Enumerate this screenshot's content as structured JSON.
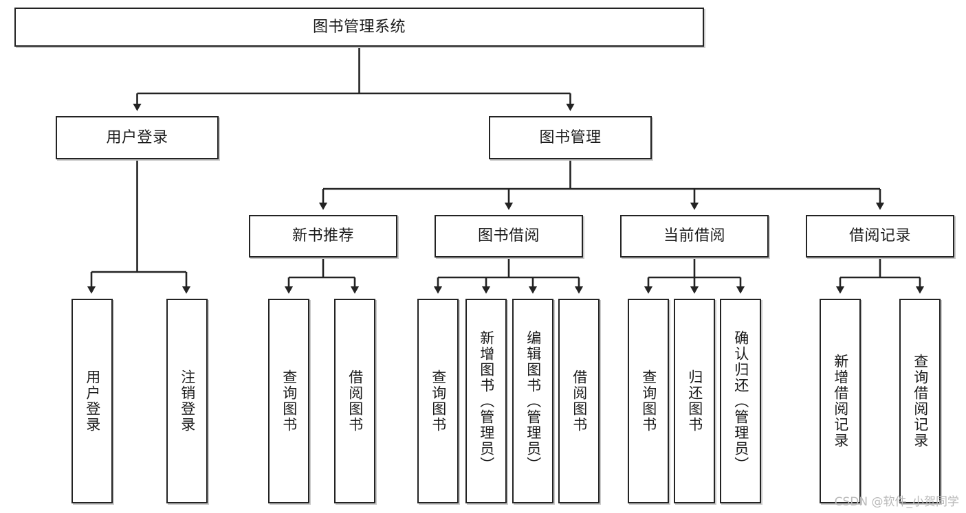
{
  "diagram": {
    "type": "tree",
    "title": "图书管理系统",
    "orientation": "top-down",
    "colors": {
      "box_border": "#232323",
      "box_fill": "#ffffff",
      "connector": "#232323",
      "text": "#1b1b1b",
      "watermark": "#b9b9b9",
      "background": "#ffffff"
    },
    "root": {
      "label": "图书管理系统",
      "orientation": "horizontal"
    },
    "level1": [
      {
        "label": "用户登录",
        "orientation": "horizontal"
      },
      {
        "label": "图书管理",
        "orientation": "horizontal"
      }
    ],
    "level2": [
      {
        "label": "新书推荐",
        "orientation": "horizontal"
      },
      {
        "label": "图书借阅",
        "orientation": "horizontal"
      },
      {
        "label": "当前借阅",
        "orientation": "horizontal"
      },
      {
        "label": "借阅记录",
        "orientation": "horizontal"
      }
    ],
    "leaves": [
      {
        "label": "用户登录",
        "parent": "用户登录",
        "orientation": "vertical"
      },
      {
        "label": "注销登录",
        "parent": "用户登录",
        "orientation": "vertical"
      },
      {
        "label": "查询图书",
        "parent": "新书推荐",
        "orientation": "vertical"
      },
      {
        "label": "借阅图书",
        "parent": "新书推荐",
        "orientation": "vertical"
      },
      {
        "label": "查询图书",
        "parent": "图书借阅",
        "orientation": "vertical"
      },
      {
        "label": "新增图书（管理员）",
        "parent": "图书借阅",
        "orientation": "vertical"
      },
      {
        "label": "编辑图书（管理员）",
        "parent": "图书借阅",
        "orientation": "vertical"
      },
      {
        "label": "借阅图书",
        "parent": "图书借阅",
        "orientation": "vertical"
      },
      {
        "label": "查询图书",
        "parent": "当前借阅",
        "orientation": "vertical"
      },
      {
        "label": "归还图书",
        "parent": "当前借阅",
        "orientation": "vertical"
      },
      {
        "label": "确认归还（管理员）",
        "parent": "当前借阅",
        "orientation": "vertical"
      },
      {
        "label": "新增借阅记录",
        "parent": "借阅记录",
        "orientation": "vertical"
      },
      {
        "label": "查询借阅记录",
        "parent": "借阅记录",
        "orientation": "vertical"
      }
    ]
  },
  "watermark": {
    "text": "CSDN @软件_小贺同学"
  }
}
